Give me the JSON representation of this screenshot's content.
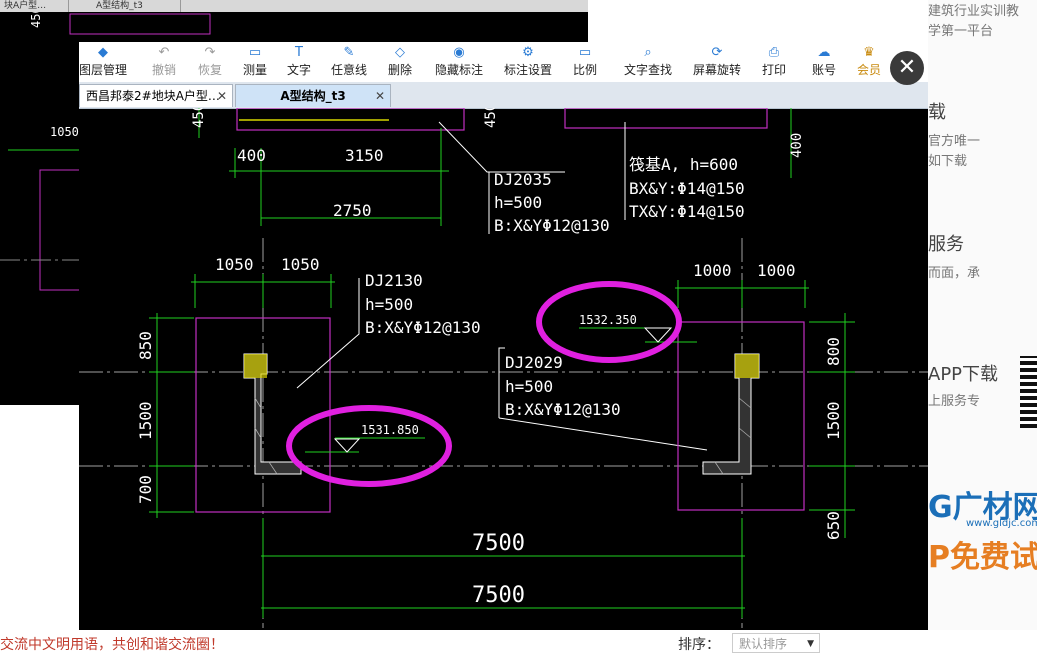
{
  "background": {
    "tabs": [
      "块A户型…",
      "A型结构_t3"
    ],
    "right_texts": [
      "建筑行业实训教",
      "学第一平台",
      "载",
      "官方唯一",
      "如下载",
      "服务",
      "而面，承",
      "APP下载",
      "上服务专"
    ],
    "brand": "G广材网",
    "brand_url": "www.gldjc.com",
    "brand_free": "P免费试",
    "bottom_note": "交流中文明用语，共创和谐交流圈！",
    "sort_label": "排序：",
    "sort_value": "默认排序"
  },
  "toolbar": {
    "items": [
      {
        "label": "图层管理",
        "icon": "layers-icon"
      },
      {
        "label": "撤销",
        "icon": "undo-icon"
      },
      {
        "label": "恢复",
        "icon": "redo-icon"
      },
      {
        "label": "测量",
        "icon": "ruler-icon"
      },
      {
        "label": "文字",
        "icon": "text-icon"
      },
      {
        "label": "任意线",
        "icon": "pen-icon"
      },
      {
        "label": "删除",
        "icon": "eraser-icon"
      },
      {
        "label": "隐藏标注",
        "icon": "eye-icon"
      },
      {
        "label": "标注设置",
        "icon": "settings-icon"
      },
      {
        "label": "比例",
        "icon": "scale-icon"
      },
      {
        "label": "文字查找",
        "icon": "search-icon"
      },
      {
        "label": "屏幕旋转",
        "icon": "rotate-icon"
      },
      {
        "label": "打印",
        "icon": "print-icon"
      },
      {
        "label": "账号",
        "icon": "user-icon"
      },
      {
        "label": "会员",
        "icon": "vip-icon"
      }
    ]
  },
  "doc_tabs": [
    {
      "label": "西昌邦泰2#地块A户型…",
      "active": false
    },
    {
      "label": "A型结构_t3",
      "active": true
    }
  ],
  "close_symbol": "✕",
  "tab_close_symbol": "✕",
  "drawing": {
    "top_dims": [
      "400",
      "3150",
      "2750",
      "450",
      "450",
      "400"
    ],
    "left_dims_top": [
      "1050",
      "1050"
    ],
    "right_dims_top": [
      "1000",
      "1000"
    ],
    "left_vert_dims": [
      "850",
      "1500",
      "700"
    ],
    "right_vert_dims": [
      "800",
      "1500",
      "650"
    ],
    "bottom_dims": [
      "7500",
      "7500"
    ],
    "dj2035": [
      "DJ2035",
      "h=500",
      "B:X&YΦ12@130"
    ],
    "raft": [
      "筏基A, h=600",
      "BX&Y:Φ14@150",
      "TX&Y:Φ14@150"
    ],
    "dj2130": [
      "DJ2130",
      "h=500",
      "B:X&YΦ12@130"
    ],
    "dj2029": [
      "DJ2029",
      "h=500",
      "B:X&YΦ12@130"
    ],
    "elev_left": "1531.850",
    "elev_right": "1532.350",
    "bg_dims": [
      "450",
      "1050"
    ]
  }
}
